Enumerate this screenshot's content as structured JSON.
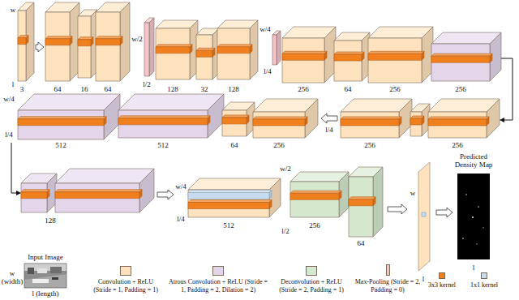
{
  "diagram": {
    "labels": [
      "w",
      "l",
      "3",
      "64",
      "16",
      "64",
      "w/2",
      "l/2",
      "128",
      "32",
      "128",
      "w/4",
      "l/4",
      "256",
      "64",
      "256",
      "256",
      "w/4",
      "l/4",
      "512",
      "512",
      "64",
      "256",
      "l/4",
      "256",
      "256",
      "128",
      "w/4",
      "l/4",
      "512",
      "w/2",
      "256",
      "l/2",
      "64",
      "w",
      "l",
      "Predicted Density Map",
      "l",
      "Input Image",
      "w (width)",
      "l (length)"
    ],
    "legend": [
      {
        "text": "Convolution + ReLU (Stride = 1, Padding = 1)",
        "color": "#fde2bd"
      },
      {
        "text": "Atrous Convolution + ReLU (Stride = 1, Padding = 2, Dilation = 2)",
        "color": "#e3d5ea"
      },
      {
        "text": "Deconvolution + ReLU (Stride = 2, Padding = 1)",
        "color": "#d5e8cf"
      },
      {
        "text": "Max-Pooling (Stride = 2, Padding = 0)",
        "color": "#f4c4cc"
      },
      {
        "text": "3x3 kernel",
        "color": "#f07f1e"
      },
      {
        "text": "1x1 kernel",
        "color": "#c6dbf0"
      }
    ]
  }
}
